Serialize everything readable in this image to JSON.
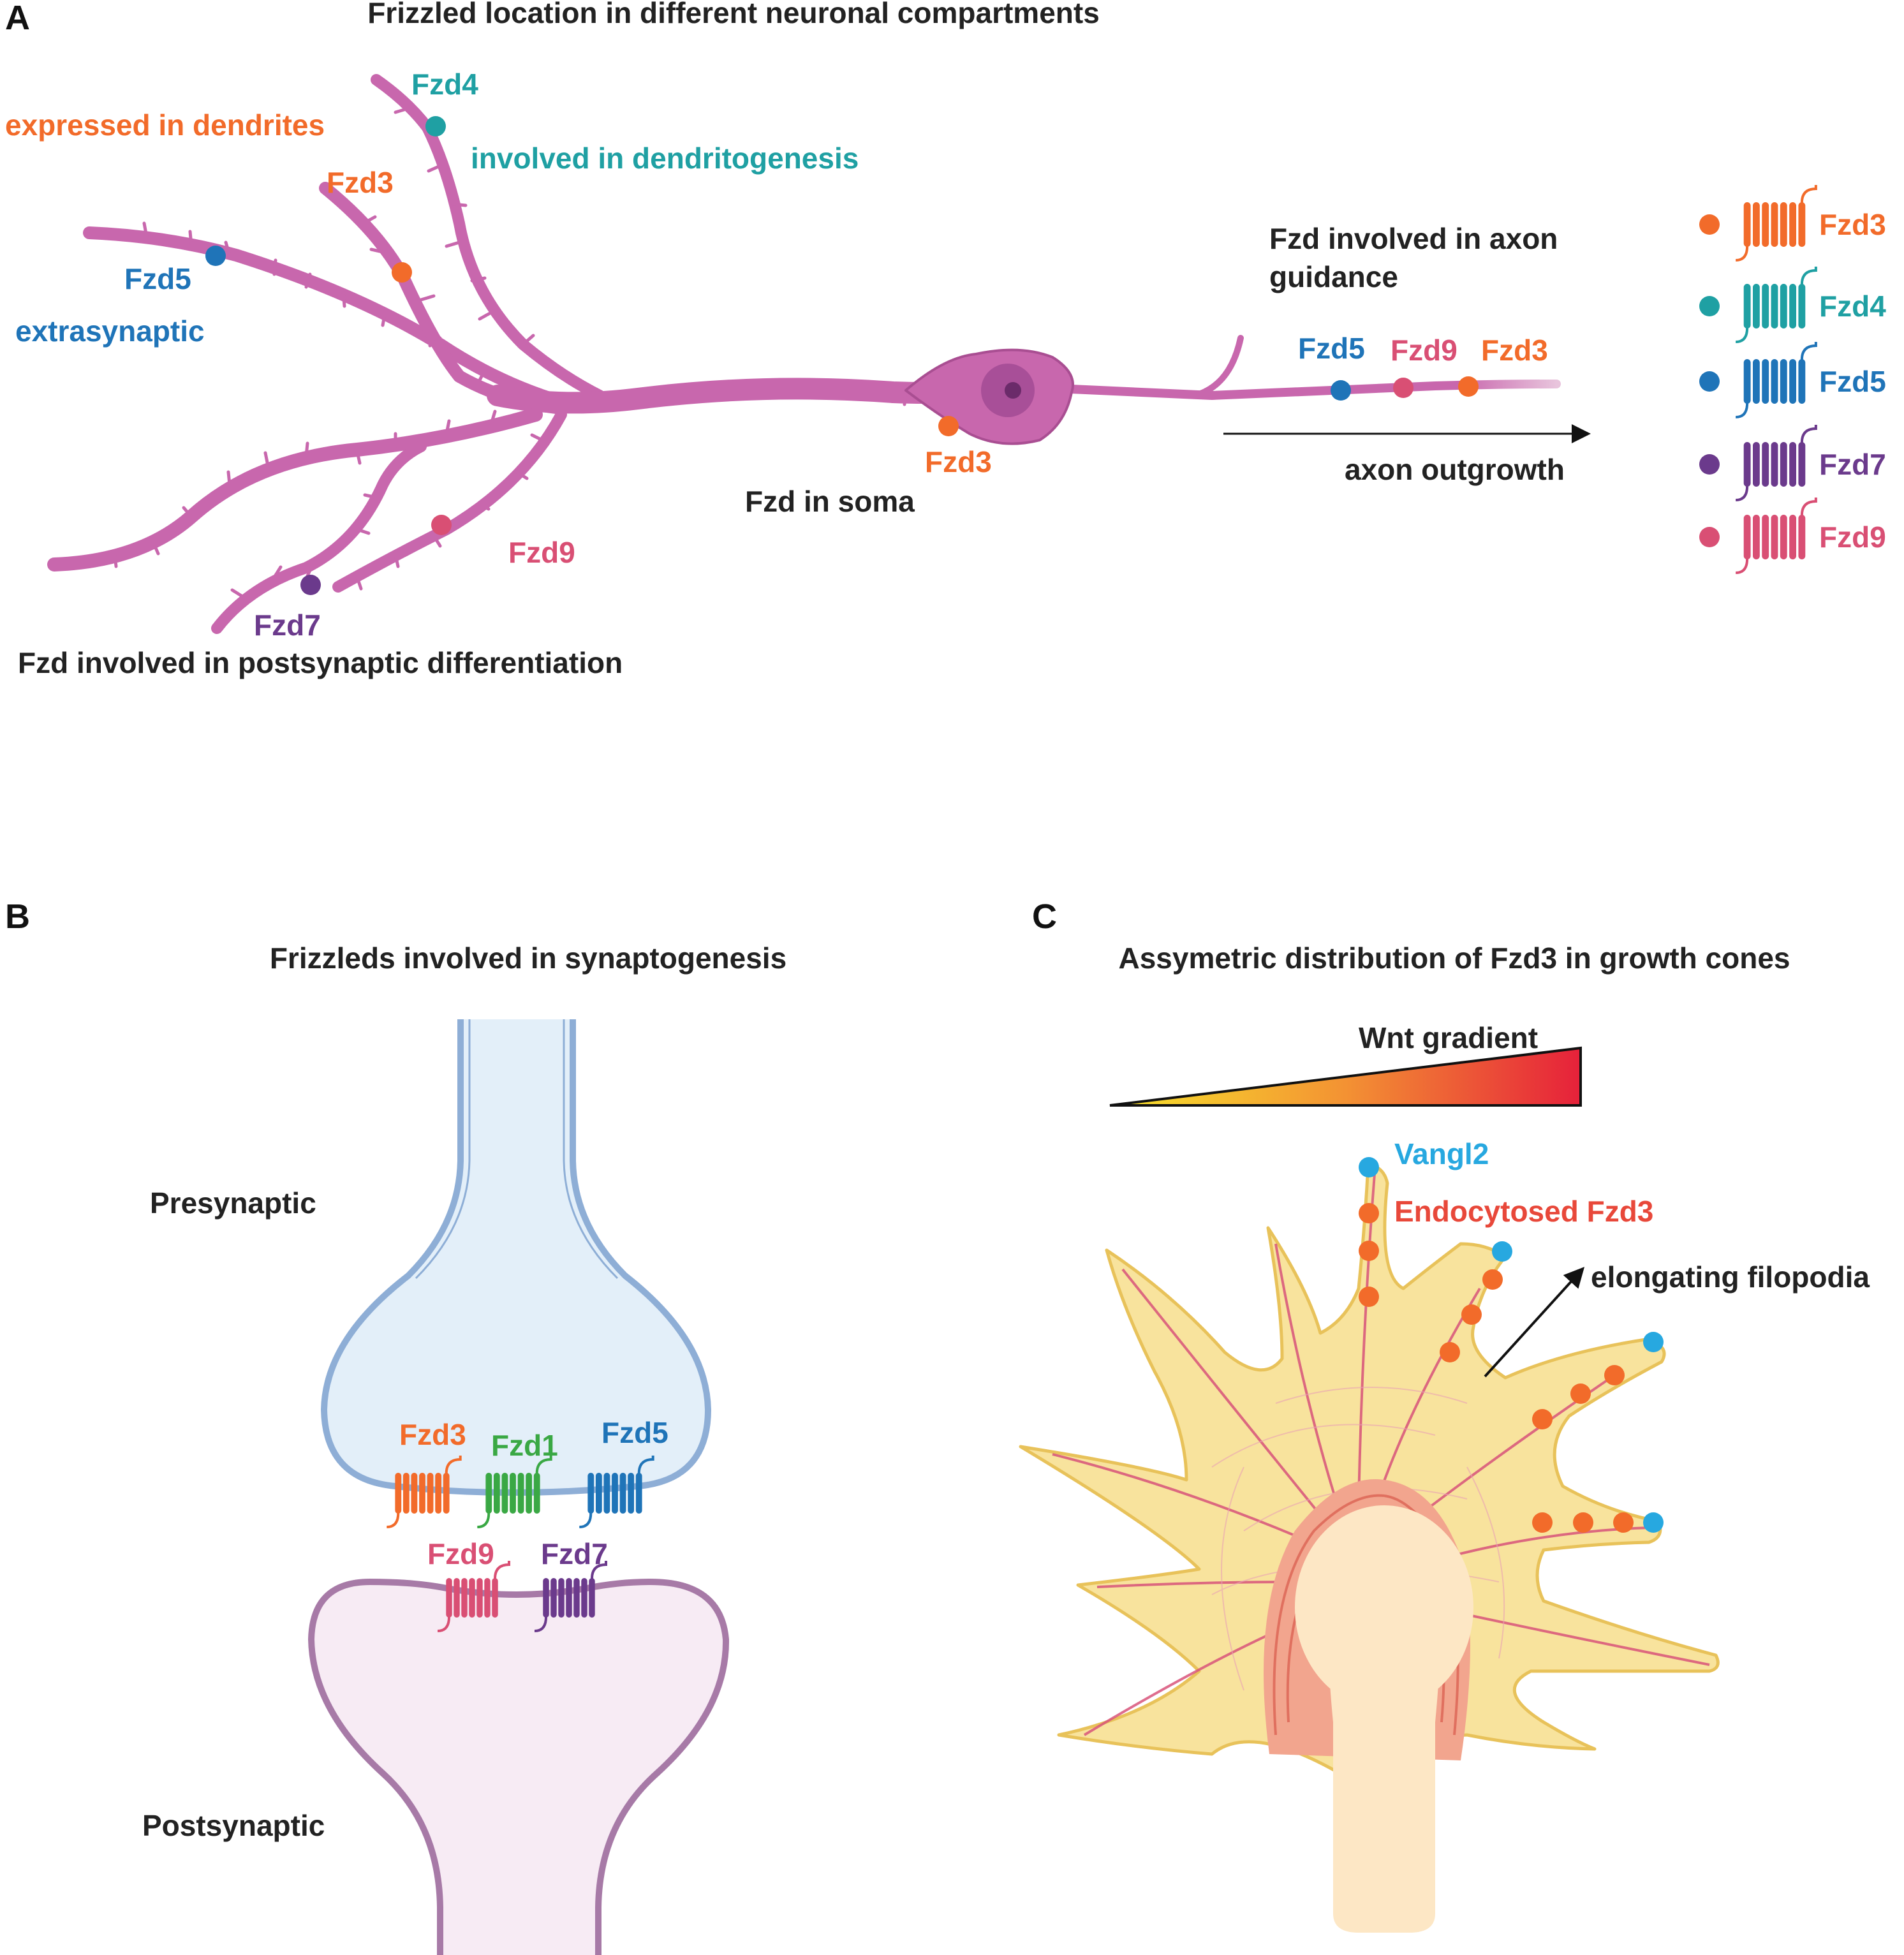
{
  "colors": {
    "fzd1": "#3aa844",
    "fzd3": "#f26b2a",
    "fzd4": "#1fa0a3",
    "fzd5": "#1f74b8",
    "fzd7": "#6b3a8c",
    "fzd9": "#d94f74",
    "neuron": "#c867ad",
    "text": "#222222",
    "vangl2": "#27a8e0",
    "endocytosed": "#e8483a"
  },
  "panelA": {
    "letter": "A",
    "title": "Frizzled location in different neuronal compartments",
    "labels": {
      "expressed_dendrites": "expressed in dendrites",
      "fzd4": "Fzd4",
      "dendritogenesis": "involved in dendritogenesis",
      "fzd3_dendrite": "Fzd3",
      "fzd5_dendrite": "Fzd5",
      "extrasynaptic": "extrasynaptic",
      "fzd9_dendrite": "Fzd9",
      "fzd7_dendrite": "Fzd7",
      "postsynaptic_diff": "Fzd involved in postsynaptic differentiation",
      "soma_fzd3": "Fzd3",
      "soma": "Fzd in soma",
      "axon_guidance_line1": "Fzd involved in axon",
      "axon_guidance_line2": "guidance",
      "axon_fzd5": "Fzd5",
      "axon_fzd9": "Fzd9",
      "axon_fzd3": "Fzd3",
      "axon_outgrowth": "axon outgrowth"
    },
    "legend": [
      {
        "label": "Fzd3",
        "color": "#f26b2a"
      },
      {
        "label": "Fzd4",
        "color": "#1fa0a3"
      },
      {
        "label": "Fzd5",
        "color": "#1f74b8"
      },
      {
        "label": "Fzd7",
        "color": "#6b3a8c"
      },
      {
        "label": "Fzd9",
        "color": "#d94f74"
      }
    ]
  },
  "panelB": {
    "letter": "B",
    "title": "Frizzleds involved in synaptogenesis",
    "presynaptic": "Presynaptic",
    "postsynaptic": "Postsynaptic",
    "receptors_pre": [
      "Fzd3",
      "Fzd1",
      "Fzd5"
    ],
    "receptors_post": [
      "Fzd9",
      "Fzd7"
    ]
  },
  "panelC": {
    "letter": "C",
    "title": "Assymetric distribution of Fzd3 in growth cones",
    "wnt": "Wnt gradient",
    "vangl2": "Vangl2",
    "endocytosed": "Endocytosed Fzd3",
    "filopodia": "elongating filopodia"
  }
}
